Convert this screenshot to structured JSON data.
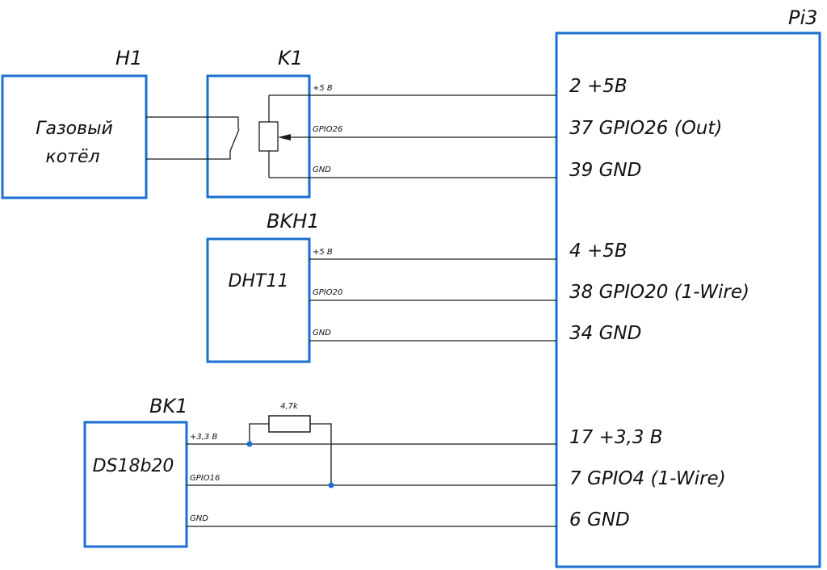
{
  "colors": {
    "box": "#1b6fd1",
    "wire": "#1b1b1b",
    "dot": "#1b6fd1"
  },
  "pi3": {
    "name": "Pi3",
    "pins": [
      "2 +5В",
      "37 GPIO26 (Out)",
      "39 GND",
      "4 +5В",
      "38 GPIO20 (1-Wire)",
      "34 GND",
      "17 +3,3 В",
      "7 GPIO4 (1-Wire)",
      "6 GND"
    ]
  },
  "h1": {
    "name": "H1",
    "line1": "Газовый",
    "line2": "котёл"
  },
  "k1": {
    "name": "K1",
    "wires": [
      "+5 В",
      "GPIO26",
      "GND"
    ]
  },
  "bkh1": {
    "name": "BKH1",
    "body": "DHT11",
    "wires": [
      "+5 В",
      "GPIO20",
      "GND"
    ]
  },
  "bk1": {
    "name": "BK1",
    "body": "DS18b20",
    "wires": [
      "+3,3 В",
      "GPIO16",
      "GND"
    ]
  },
  "resistor": {
    "value": "4,7k"
  }
}
